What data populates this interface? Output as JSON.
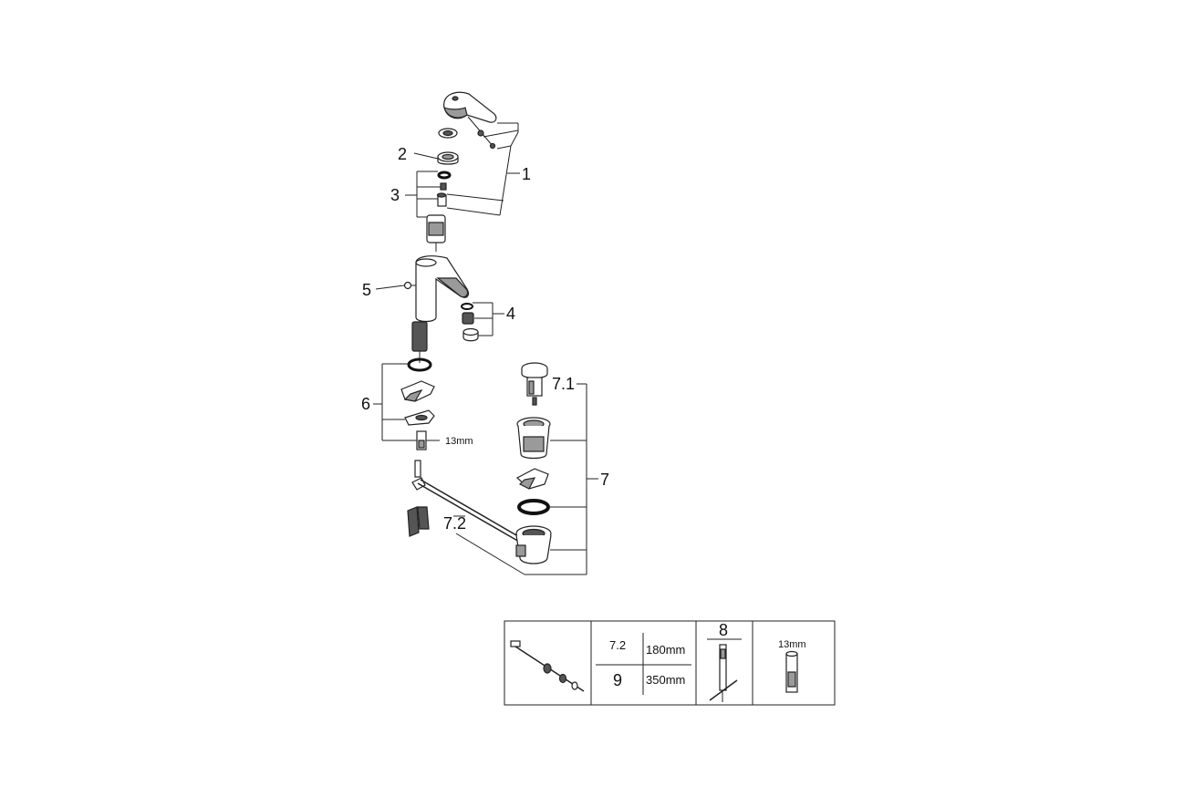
{
  "diagram": {
    "callouts": {
      "c1": "1",
      "c2": "2",
      "c3": "3",
      "c4": "4",
      "c5": "5",
      "c6": "6",
      "c6_tool": "13mm",
      "c7": "7",
      "c71": "7.1",
      "c72": "7.2"
    }
  },
  "table": {
    "row1_code": "7.2",
    "row1_length": "180mm",
    "row2_code": "9",
    "row2_length": "350mm",
    "wrench_code": "8",
    "socket_size": "13mm"
  }
}
